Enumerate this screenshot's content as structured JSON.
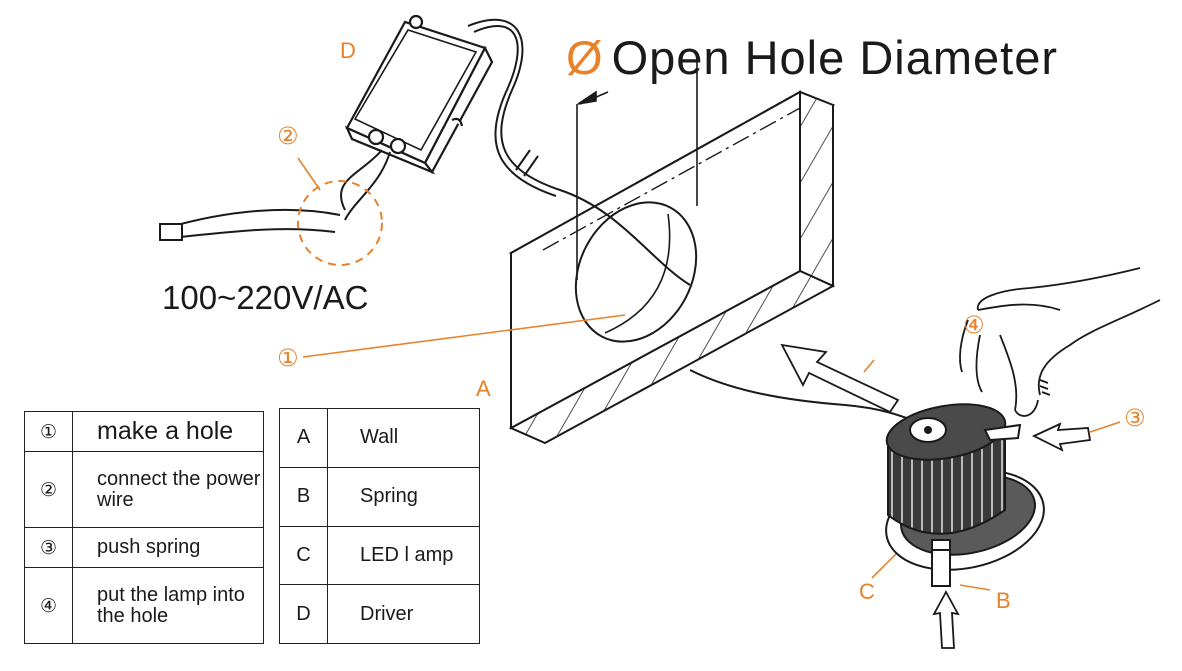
{
  "title": {
    "symbol": "Ø",
    "text": "Open Hole Diameter"
  },
  "voltage": "100~220V/AC",
  "callouts": {
    "driver": "D",
    "wall": "A",
    "led_lamp": "C",
    "spring": "B",
    "step1": "①",
    "step2": "②",
    "step3": "③",
    "step4": "④"
  },
  "steps": [
    {
      "num": "①",
      "text": "make a hole"
    },
    {
      "num": "②",
      "text": "connect the power wire"
    },
    {
      "num": "③",
      "text": "push spring"
    },
    {
      "num": "④",
      "text": "put the lamp into the hole"
    }
  ],
  "parts": [
    {
      "key": "A",
      "name": "Wall"
    },
    {
      "key": "B",
      "name": "Spring"
    },
    {
      "key": "C",
      "name": "LED l amp"
    },
    {
      "key": "D",
      "name": "Driver"
    }
  ],
  "colors": {
    "accent": "#e8822a",
    "ink": "#1a1a1a"
  }
}
